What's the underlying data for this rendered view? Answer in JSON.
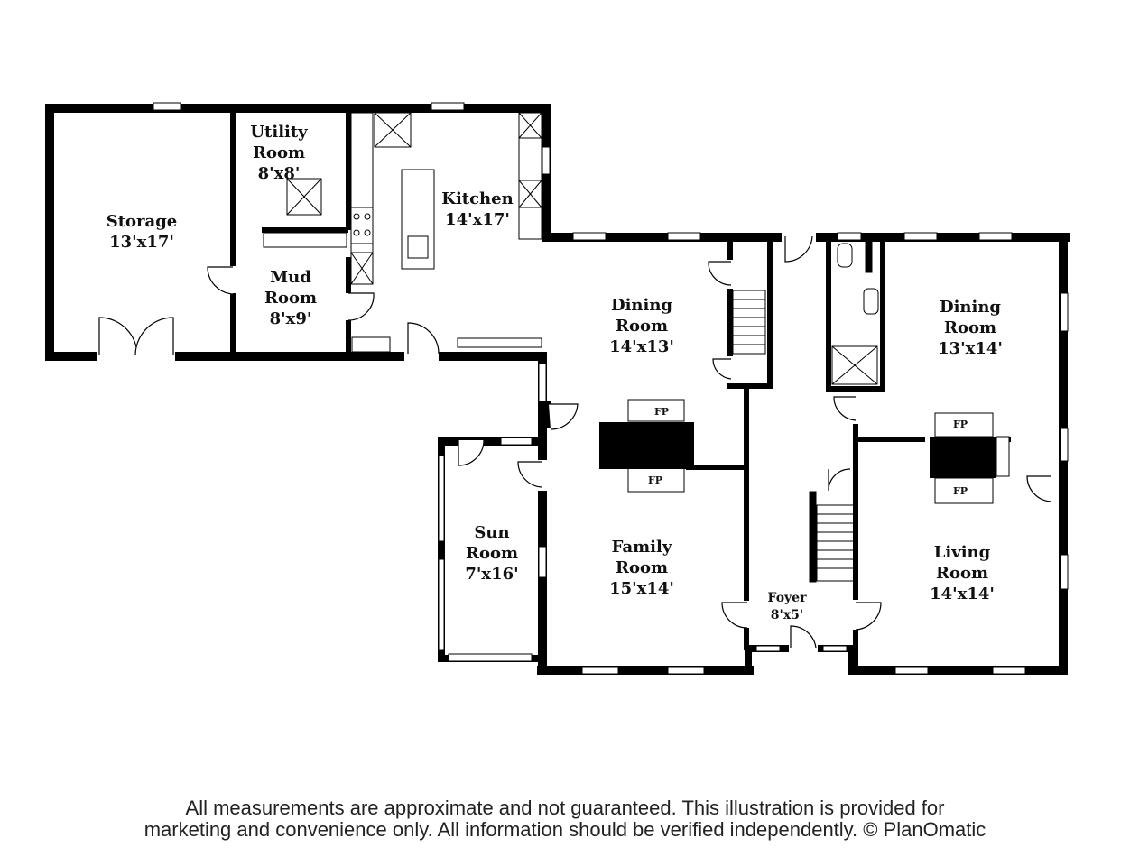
{
  "rooms": {
    "storage": {
      "name": "Storage",
      "dims": "13'x17'"
    },
    "utility": {
      "name1": "Utility",
      "name2": "Room",
      "dims": "8'x8'"
    },
    "kitchen": {
      "name": "Kitchen",
      "dims": "14'x17'"
    },
    "mud": {
      "name1": "Mud",
      "name2": "Room",
      "dims": "8'x9'"
    },
    "dining_left": {
      "name1": "Dining",
      "name2": "Room",
      "dims": "14'x13'"
    },
    "dining_right": {
      "name1": "Dining",
      "name2": "Room",
      "dims": "13'x14'"
    },
    "family": {
      "name1": "Family",
      "name2": "Room",
      "dims": "15'x14'"
    },
    "sun": {
      "name1": "Sun",
      "name2": "Room",
      "dims": "7'x16'"
    },
    "living": {
      "name1": "Living",
      "name2": "Room",
      "dims": "14'x14'"
    },
    "foyer": {
      "name": "Foyer",
      "dims": "8'x5'"
    }
  },
  "fireplace_label": "FP",
  "disclaimer": {
    "line1": "All measurements are approximate and not guaranteed. This illustration is provided for",
    "line2": "marketing and convenience only. All information should be verified independently. © PlanOmatic"
  }
}
